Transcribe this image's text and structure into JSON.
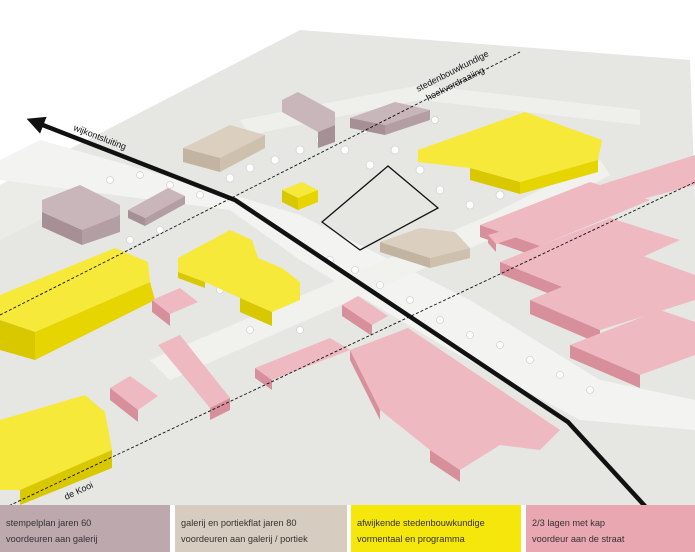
{
  "colors": {
    "background": "#ffffff",
    "ground": "#e6e6e3",
    "street": "#f3f3f1",
    "building_mauve": "#bda8ad",
    "building_beige": "#d2c6b4",
    "building_yellow": "#f5e60c",
    "building_pink": "#e7a8b2",
    "line": "#111111"
  },
  "map": {
    "labels": {
      "route": "wijkontsluiting",
      "axis_top_line1": "stedenbouwkundige",
      "axis_top_line2": "hoekverdraaiing",
      "axis_bottom": "de Kooi"
    }
  },
  "legend": {
    "items": [
      {
        "line1": "stempelplan jaren 60",
        "line2": "voordeuren aan galerij",
        "color": "#bca8ad"
      },
      {
        "line1": "galerij en portiekflat jaren 80",
        "line2": "voordeuren aan galerij / portiek",
        "color": "#d6cdc0"
      },
      {
        "line1": "afwijkende stedenbouwkundige",
        "line2": "vormentaal en programma",
        "color": "#f5e60c"
      },
      {
        "line1": "2/3 lagen met kap",
        "line2": "voordeur aan de straat",
        "color": "#e9a7b1"
      }
    ]
  }
}
